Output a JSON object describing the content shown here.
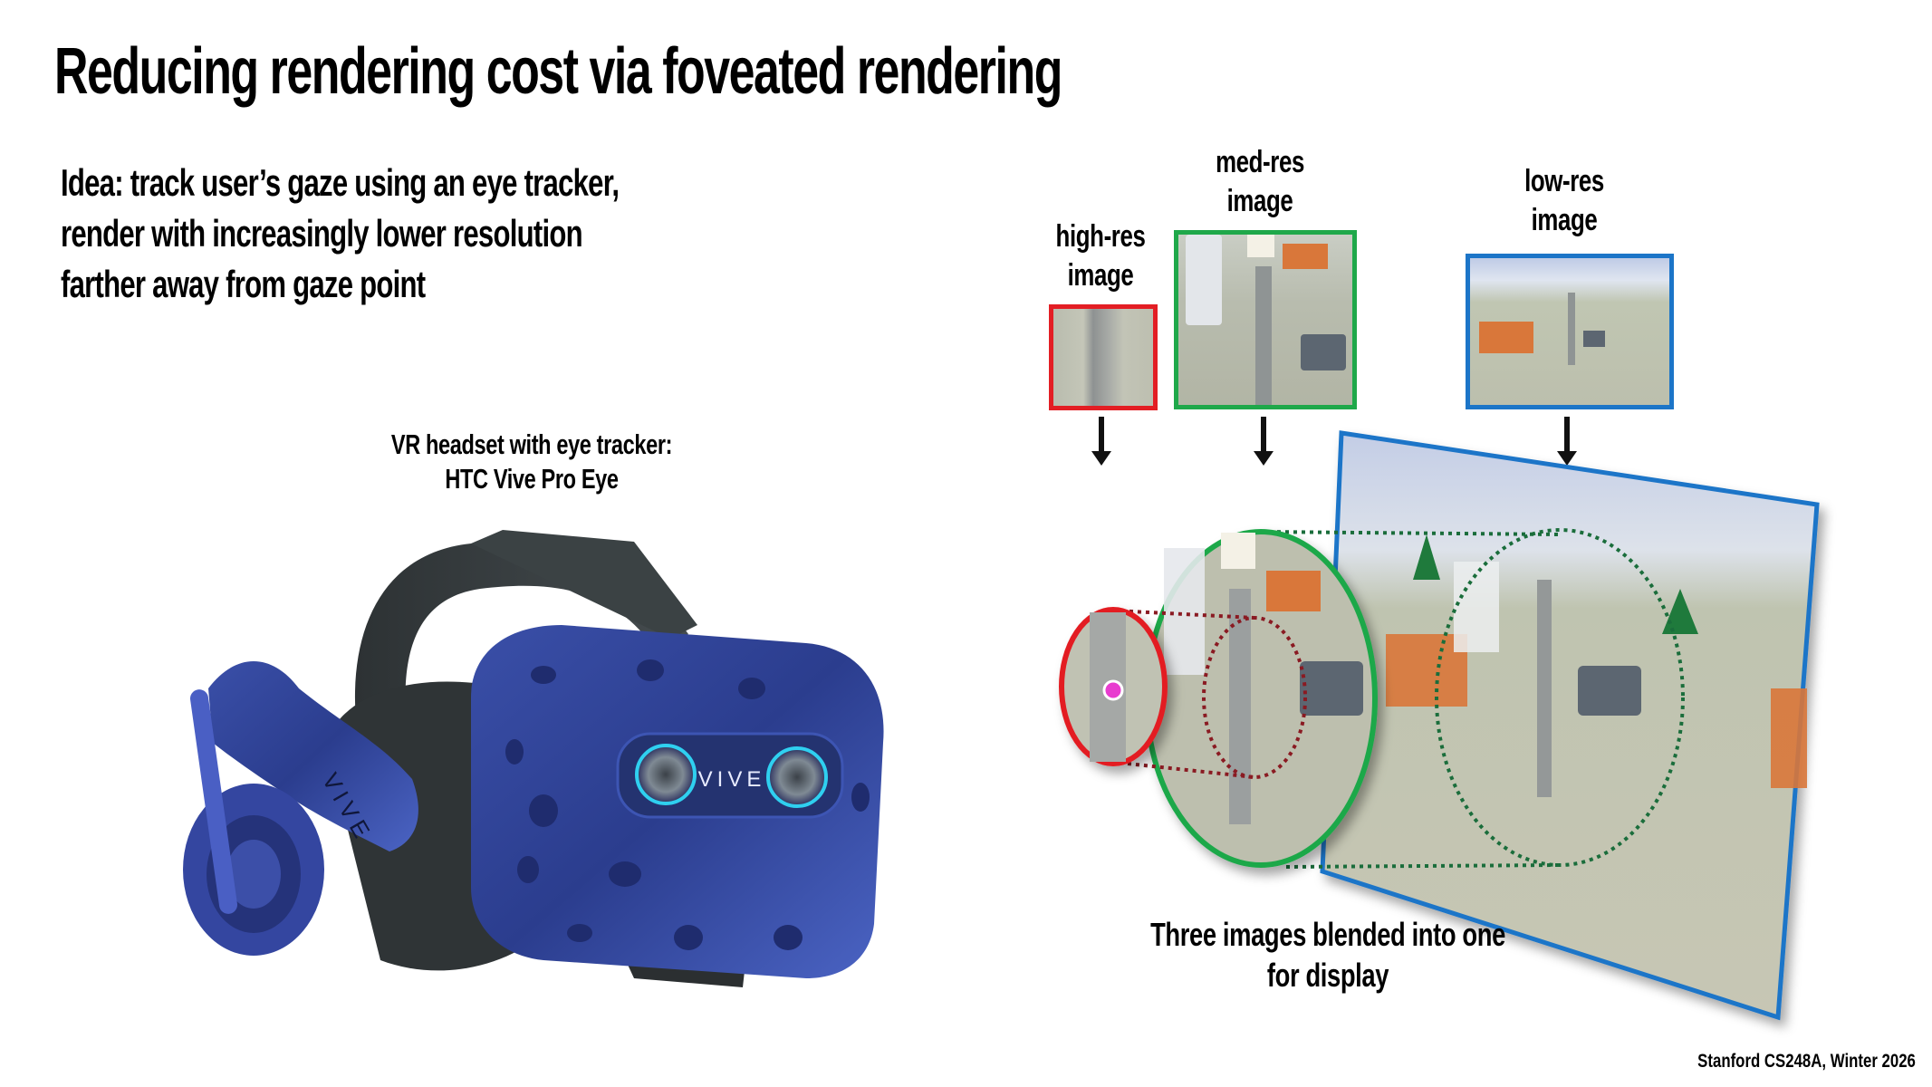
{
  "slide": {
    "title": "Reducing rendering cost via foveated rendering",
    "idea_lines": [
      "Idea: track user’s gaze using an eye tracker,",
      "render with increasingly lower resolution",
      "farther away from gaze point"
    ],
    "headset_caption": {
      "line1": "VR headset with eye tracker:",
      "line2": "HTC Vive Pro Eye"
    },
    "headset_brand_front": "VIVE",
    "headset_brand_side": "VIVE",
    "images": [
      {
        "label_line1": "high-res",
        "label_line2": "image",
        "border_color": "#e31e24"
      },
      {
        "label_line1": "med-res",
        "label_line2": "image",
        "border_color": "#1fa84a"
      },
      {
        "label_line1": "low-res",
        "label_line2": "image",
        "border_color": "#1c75c8"
      }
    ],
    "blend_caption": {
      "line1": "Three images blended into one",
      "line2": "for display"
    },
    "gaze_point_color": "#e83ccf",
    "footer": "Stanford CS248A, Winter 2026"
  }
}
